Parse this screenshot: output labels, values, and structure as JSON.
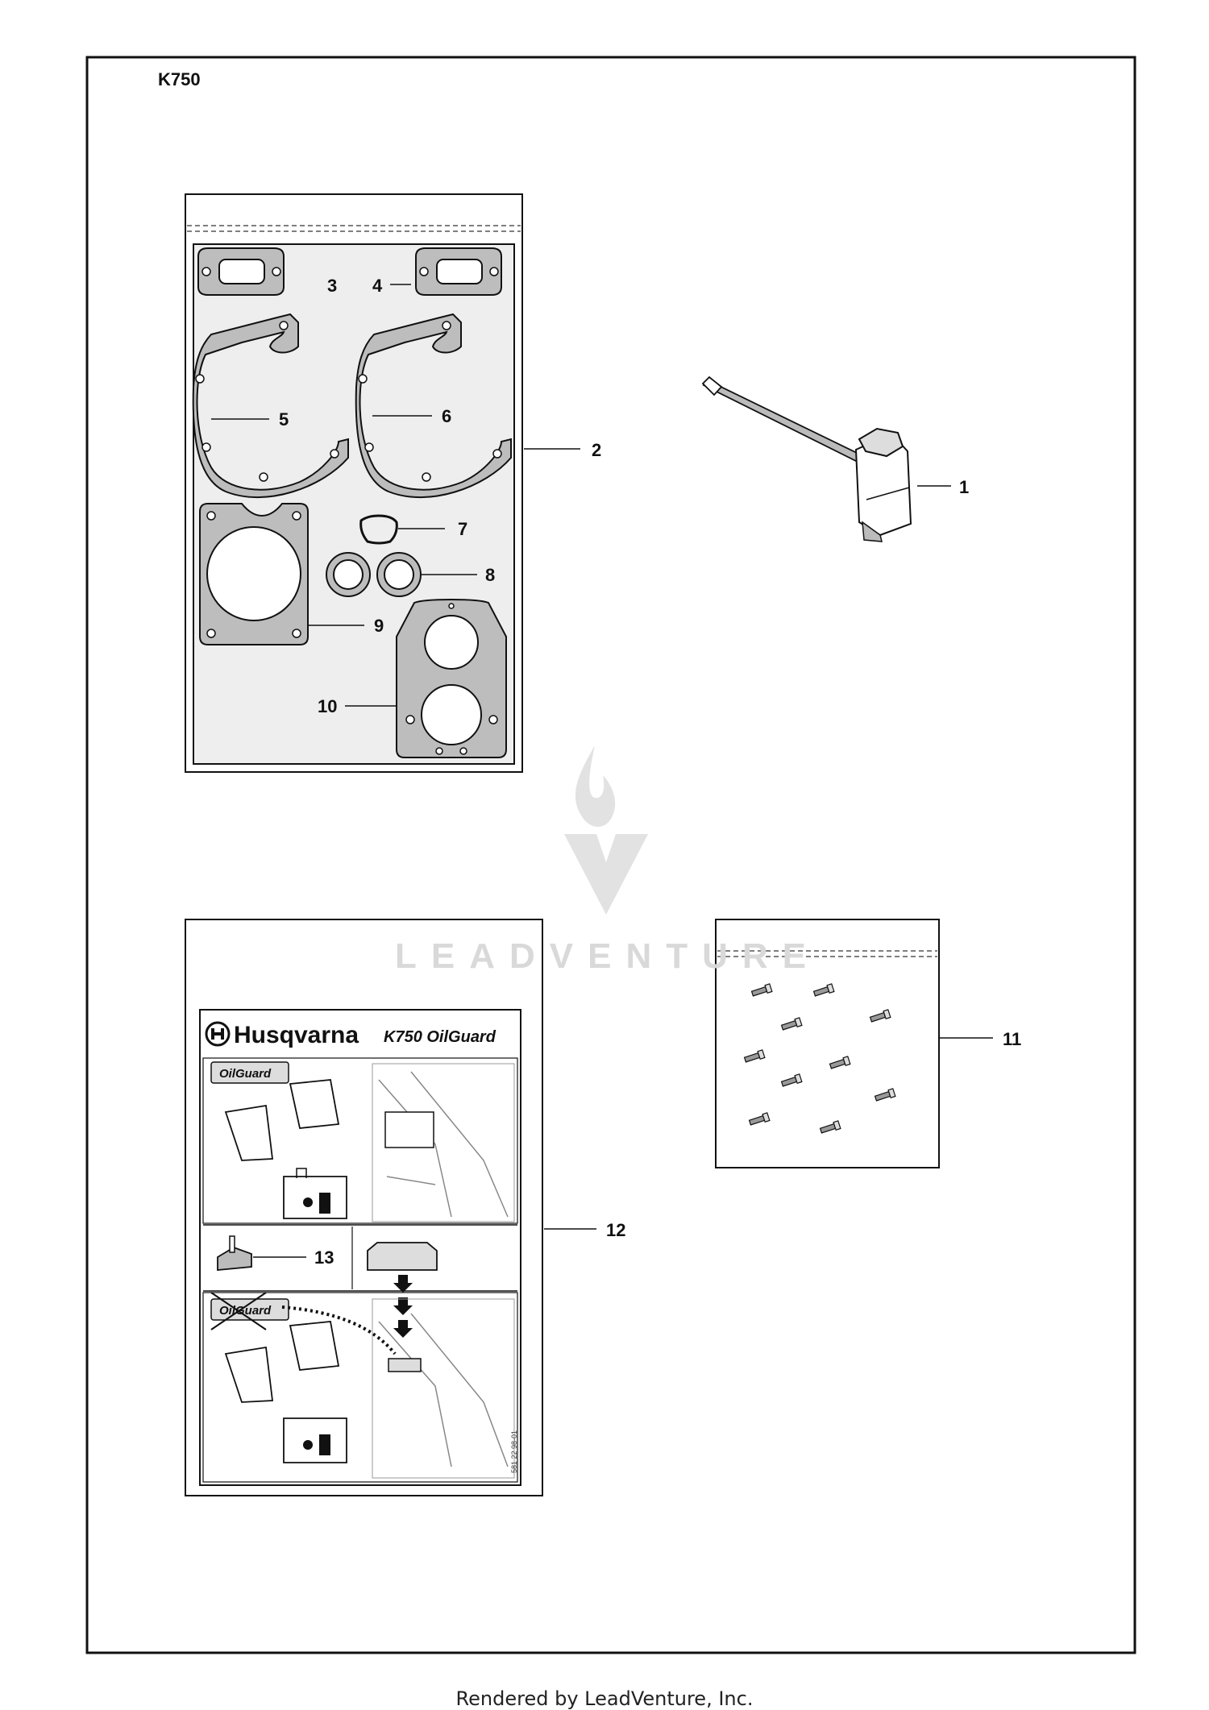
{
  "header": {
    "model": "K750"
  },
  "footer": {
    "text": "Rendered by LeadVenture, Inc."
  },
  "watermark": {
    "text": "LEADVENTURE",
    "color": "#d9d9d9"
  },
  "callouts": [
    {
      "id": "c1",
      "label": "1"
    },
    {
      "id": "c2",
      "label": "2"
    },
    {
      "id": "c3",
      "label": "3"
    },
    {
      "id": "c4",
      "label": "4"
    },
    {
      "id": "c5",
      "label": "5"
    },
    {
      "id": "c6",
      "label": "6"
    },
    {
      "id": "c7",
      "label": "7"
    },
    {
      "id": "c8",
      "label": "8"
    },
    {
      "id": "c9",
      "label": "9"
    },
    {
      "id": "c10",
      "label": "10"
    },
    {
      "id": "c11",
      "label": "11"
    },
    {
      "id": "c12",
      "label": "12"
    },
    {
      "id": "c13",
      "label": "13"
    }
  ],
  "decal": {
    "brand": "Husqvarna",
    "title": "K750 OilGuard",
    "badge": "OilGuard",
    "code": "581 22 98-01"
  },
  "colors": {
    "ink": "#111111",
    "bag_fill": "#eeeeee",
    "gasket_fill": "#bdbdbd"
  }
}
